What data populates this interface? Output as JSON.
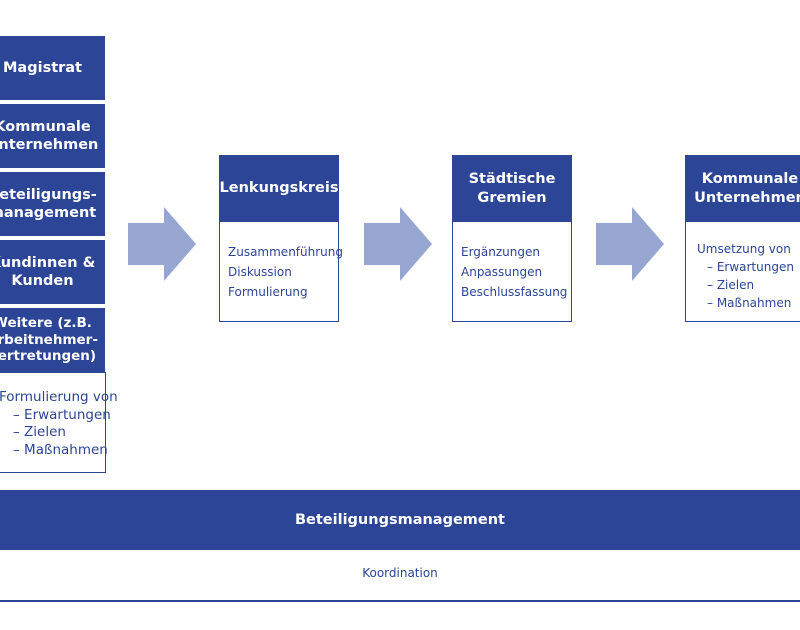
{
  "colors": {
    "primary": "#2d4596",
    "arrow": "#97a6d1",
    "background": "#ffffff"
  },
  "left": {
    "items": [
      {
        "lines": [
          "Magistrat"
        ]
      },
      {
        "lines": [
          "Kommunale",
          "Unternehmen"
        ]
      },
      {
        "lines": [
          "Beteiligungs-",
          "management"
        ]
      },
      {
        "lines": [
          "Kundinnen &",
          "Kunden"
        ]
      },
      {
        "lines": [
          "Weitere (z.B.",
          "Arbeitnehmer-",
          "vertretungen)"
        ]
      }
    ],
    "body": {
      "intro": "Formulierung von",
      "points": [
        "– Erwartungen",
        "– Zielen",
        "– Maßnahmen"
      ]
    }
  },
  "steps": [
    {
      "title_lines": [
        "Lenkungskreis"
      ],
      "body_lines": [
        "Zusammenführung",
        "Diskussion",
        "Formulierung"
      ]
    },
    {
      "title_lines": [
        "Städtische",
        "Gremien"
      ],
      "body_lines": [
        "Ergänzungen",
        "Anpassungen",
        "Beschlussfassung"
      ]
    },
    {
      "title_lines": [
        "Kommunale",
        "Unternehmen"
      ],
      "body_intro": "Umsetzung von",
      "body_points": [
        "– Erwartungen",
        "– Zielen",
        "– Maßnahmen"
      ]
    }
  ],
  "arrows": [
    "arrow-right-icon",
    "arrow-right-icon",
    "arrow-right-icon"
  ],
  "band": {
    "title": "Beteiligungsmanagement",
    "subtitle": "Koordination"
  }
}
